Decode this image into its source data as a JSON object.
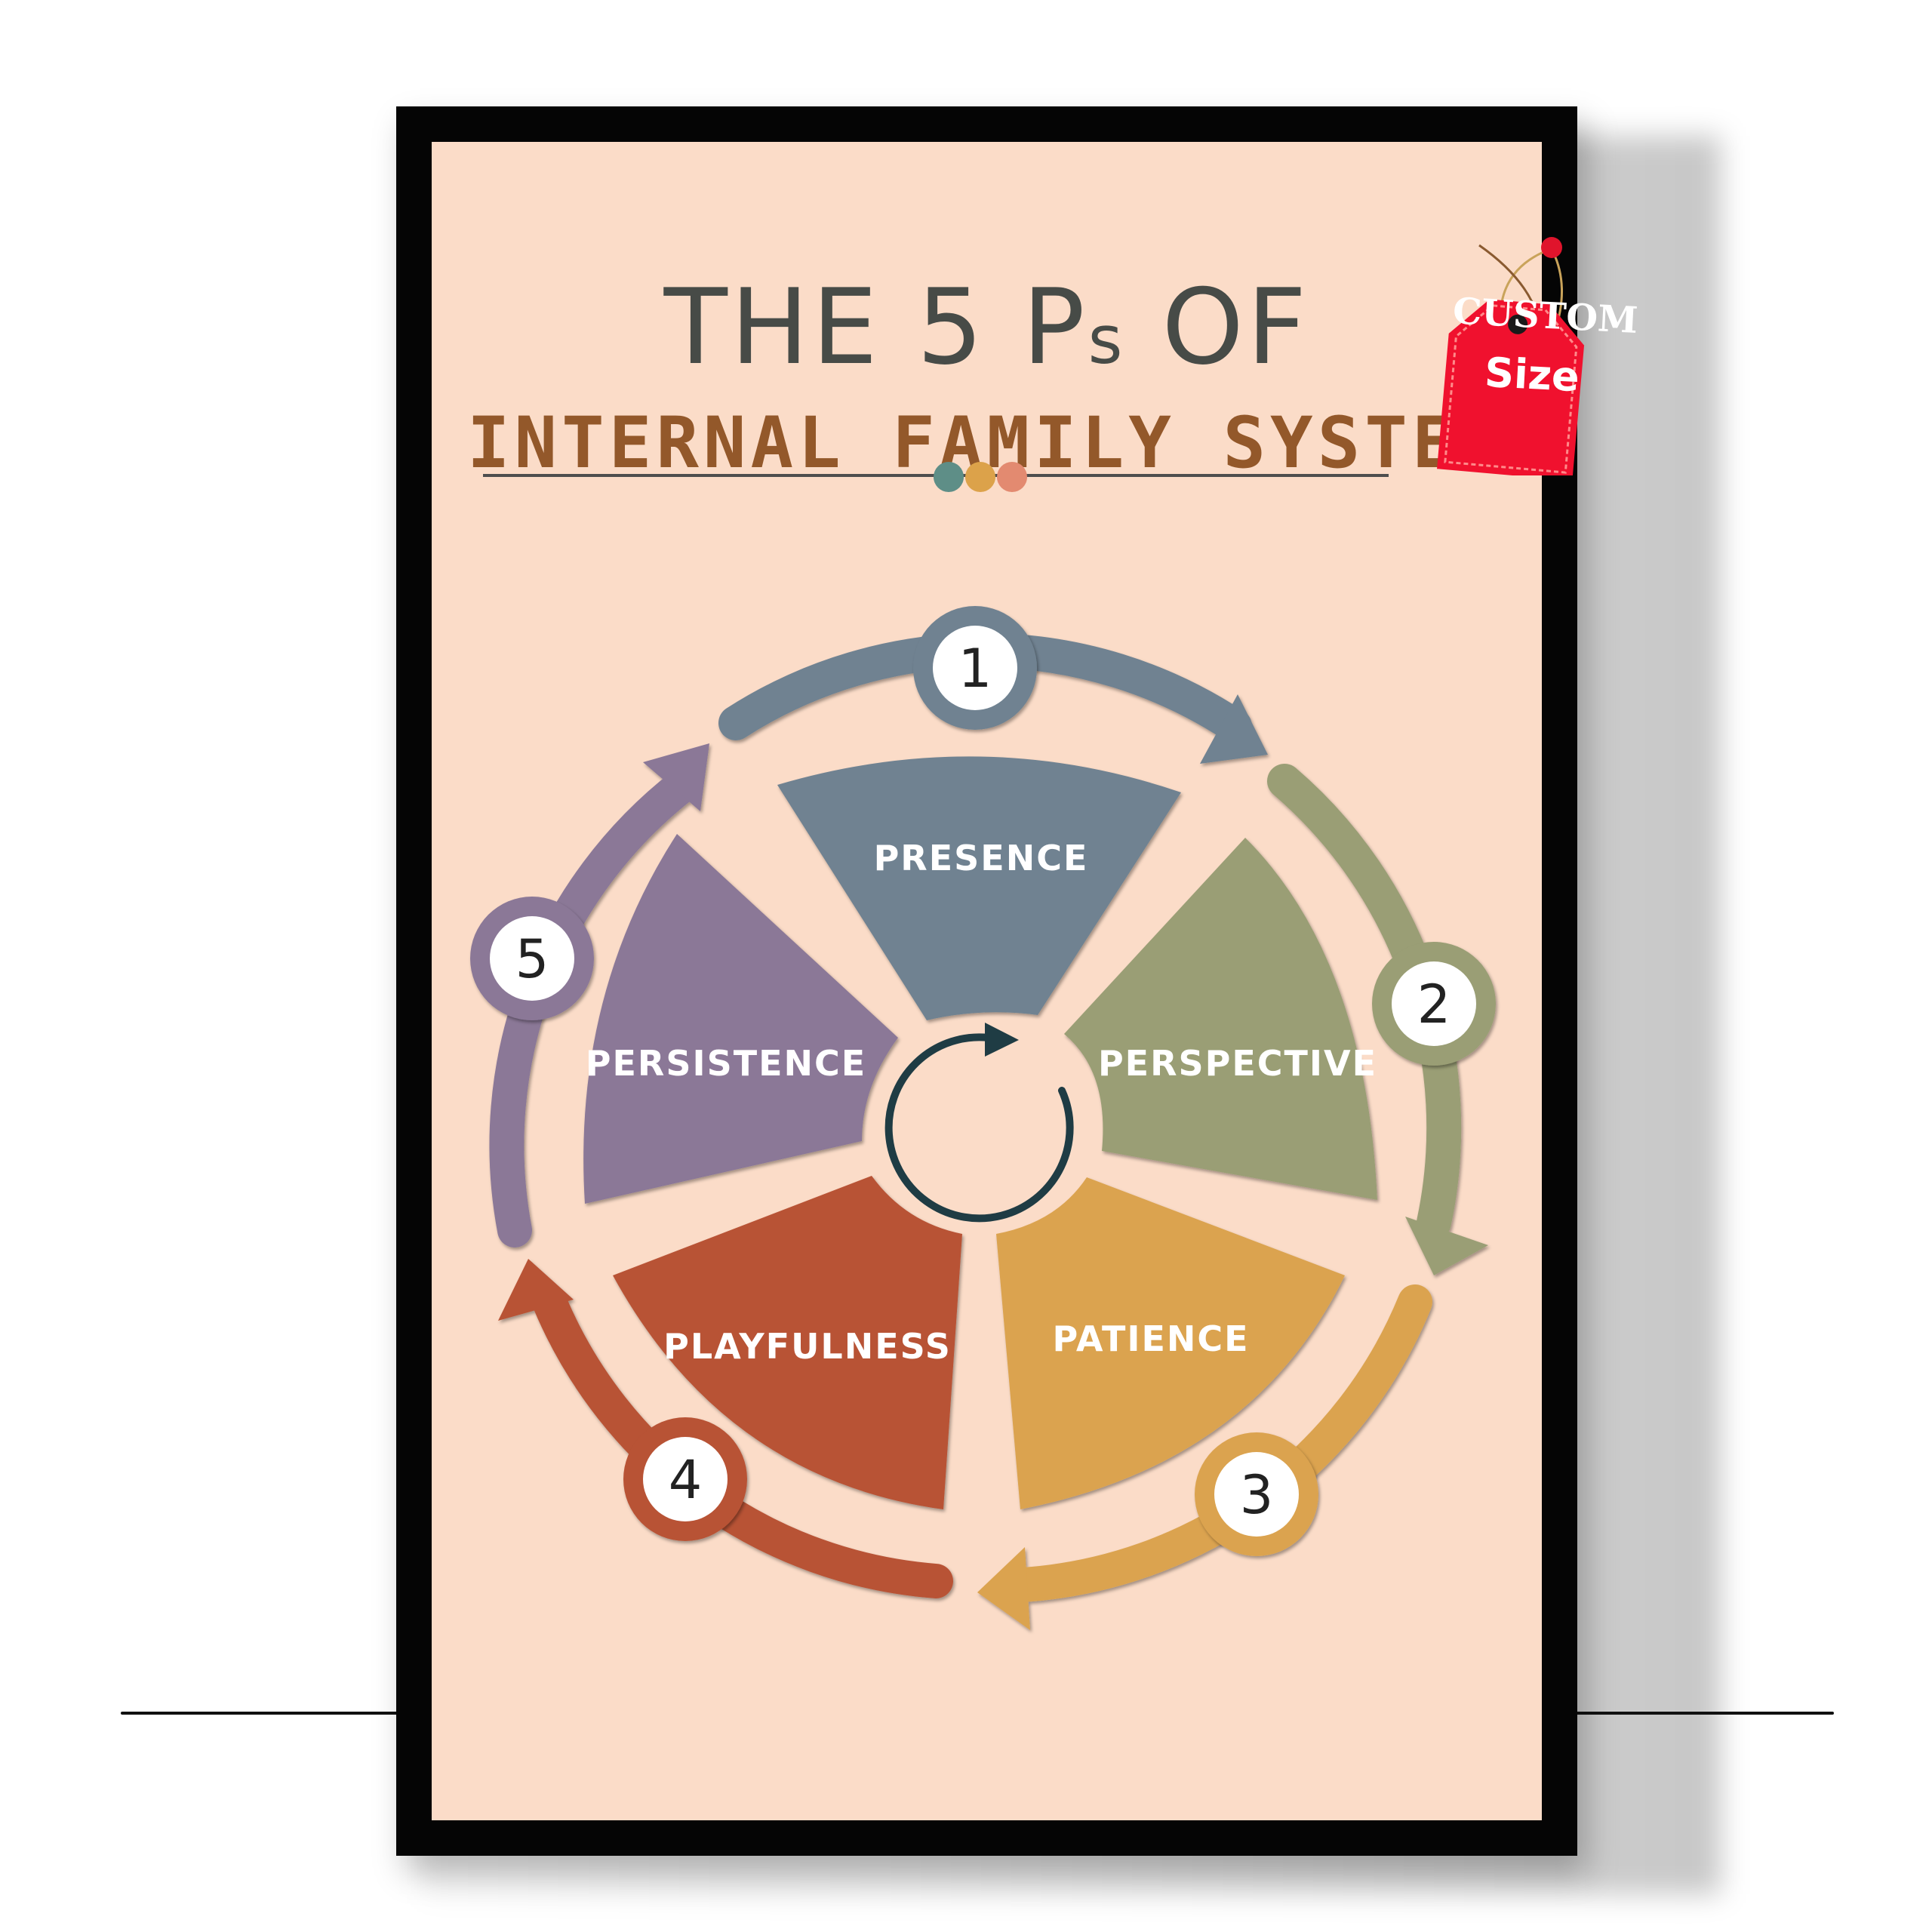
{
  "poster": {
    "title_line1_main": "THE 5 P",
    "title_line1_s": "s",
    "title_line1_end": " OF",
    "title_line2": "INTERNAL FAMILY SYSTEM"
  },
  "colors": {
    "background": "#fbdcc8",
    "presence": "#6f8291",
    "perspective": "#9a9e75",
    "patience": "#dba34f",
    "playfulness": "#b85336",
    "persistence": "#8b7897",
    "dot1": "#5e8e87",
    "dot2": "#dca24a",
    "dot3": "#e38a70",
    "tag": "#f0112e"
  },
  "segments": [
    {
      "label": "PRESENCE",
      "number": "1"
    },
    {
      "label": "PERSPECTIVE",
      "number": "2"
    },
    {
      "label": "PATIENCE",
      "number": "3"
    },
    {
      "label": "PLAYFULNESS",
      "number": "4"
    },
    {
      "label": "PERSISTENCE",
      "number": "5"
    }
  ],
  "tag": {
    "line1": "CUSTOM",
    "line2": "Size"
  }
}
